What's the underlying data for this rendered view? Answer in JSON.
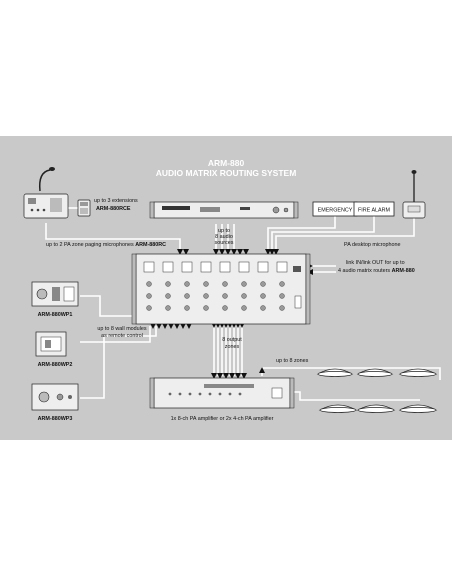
{
  "title": {
    "line1": "ARM-880",
    "line2": "AUDIO MATRIX ROUTING SYSTEM"
  },
  "labels": {
    "extensions_1": "up to 3 extensions",
    "extensions_2": "ARM-880RCE",
    "paging_mics_text": "up to 2 PA zone paging microphones ",
    "paging_mics_bold": "ARM-880RC",
    "audio_sources_1": "up to",
    "audio_sources_2": "8 audio",
    "audio_sources_3": "sources",
    "emergency": "EMERGENCY",
    "fire_alarm": "FIRE ALARM",
    "desktop_mic": "PA desktop microphone",
    "link_1": "link IN/link OUT for up to",
    "link_2_text": "4 audio matrix routers ",
    "link_2_bold": "ARM-880",
    "wp1": "ARM-880WP1",
    "wp2": "ARM-880WP2",
    "wp3": "ARM-880WP3",
    "wall_modules_1": "up to 8 wall modules",
    "wall_modules_2": "as remote control",
    "output_zones_1": "8 output",
    "output_zones_2": "zones",
    "up_to_zones": "up to 8 zones",
    "amplifier": "1x 8-ch PA amplifier or 2x 4-ch PA amplifier"
  },
  "icons": [
    "paging-microphone-icon",
    "extension-unit-icon",
    "audio-source-rack-icon",
    "desktop-microphone-icon",
    "matrix-router-icon",
    "wall-panel-icon",
    "pa-amplifier-icon",
    "ceiling-speaker-icon"
  ]
}
